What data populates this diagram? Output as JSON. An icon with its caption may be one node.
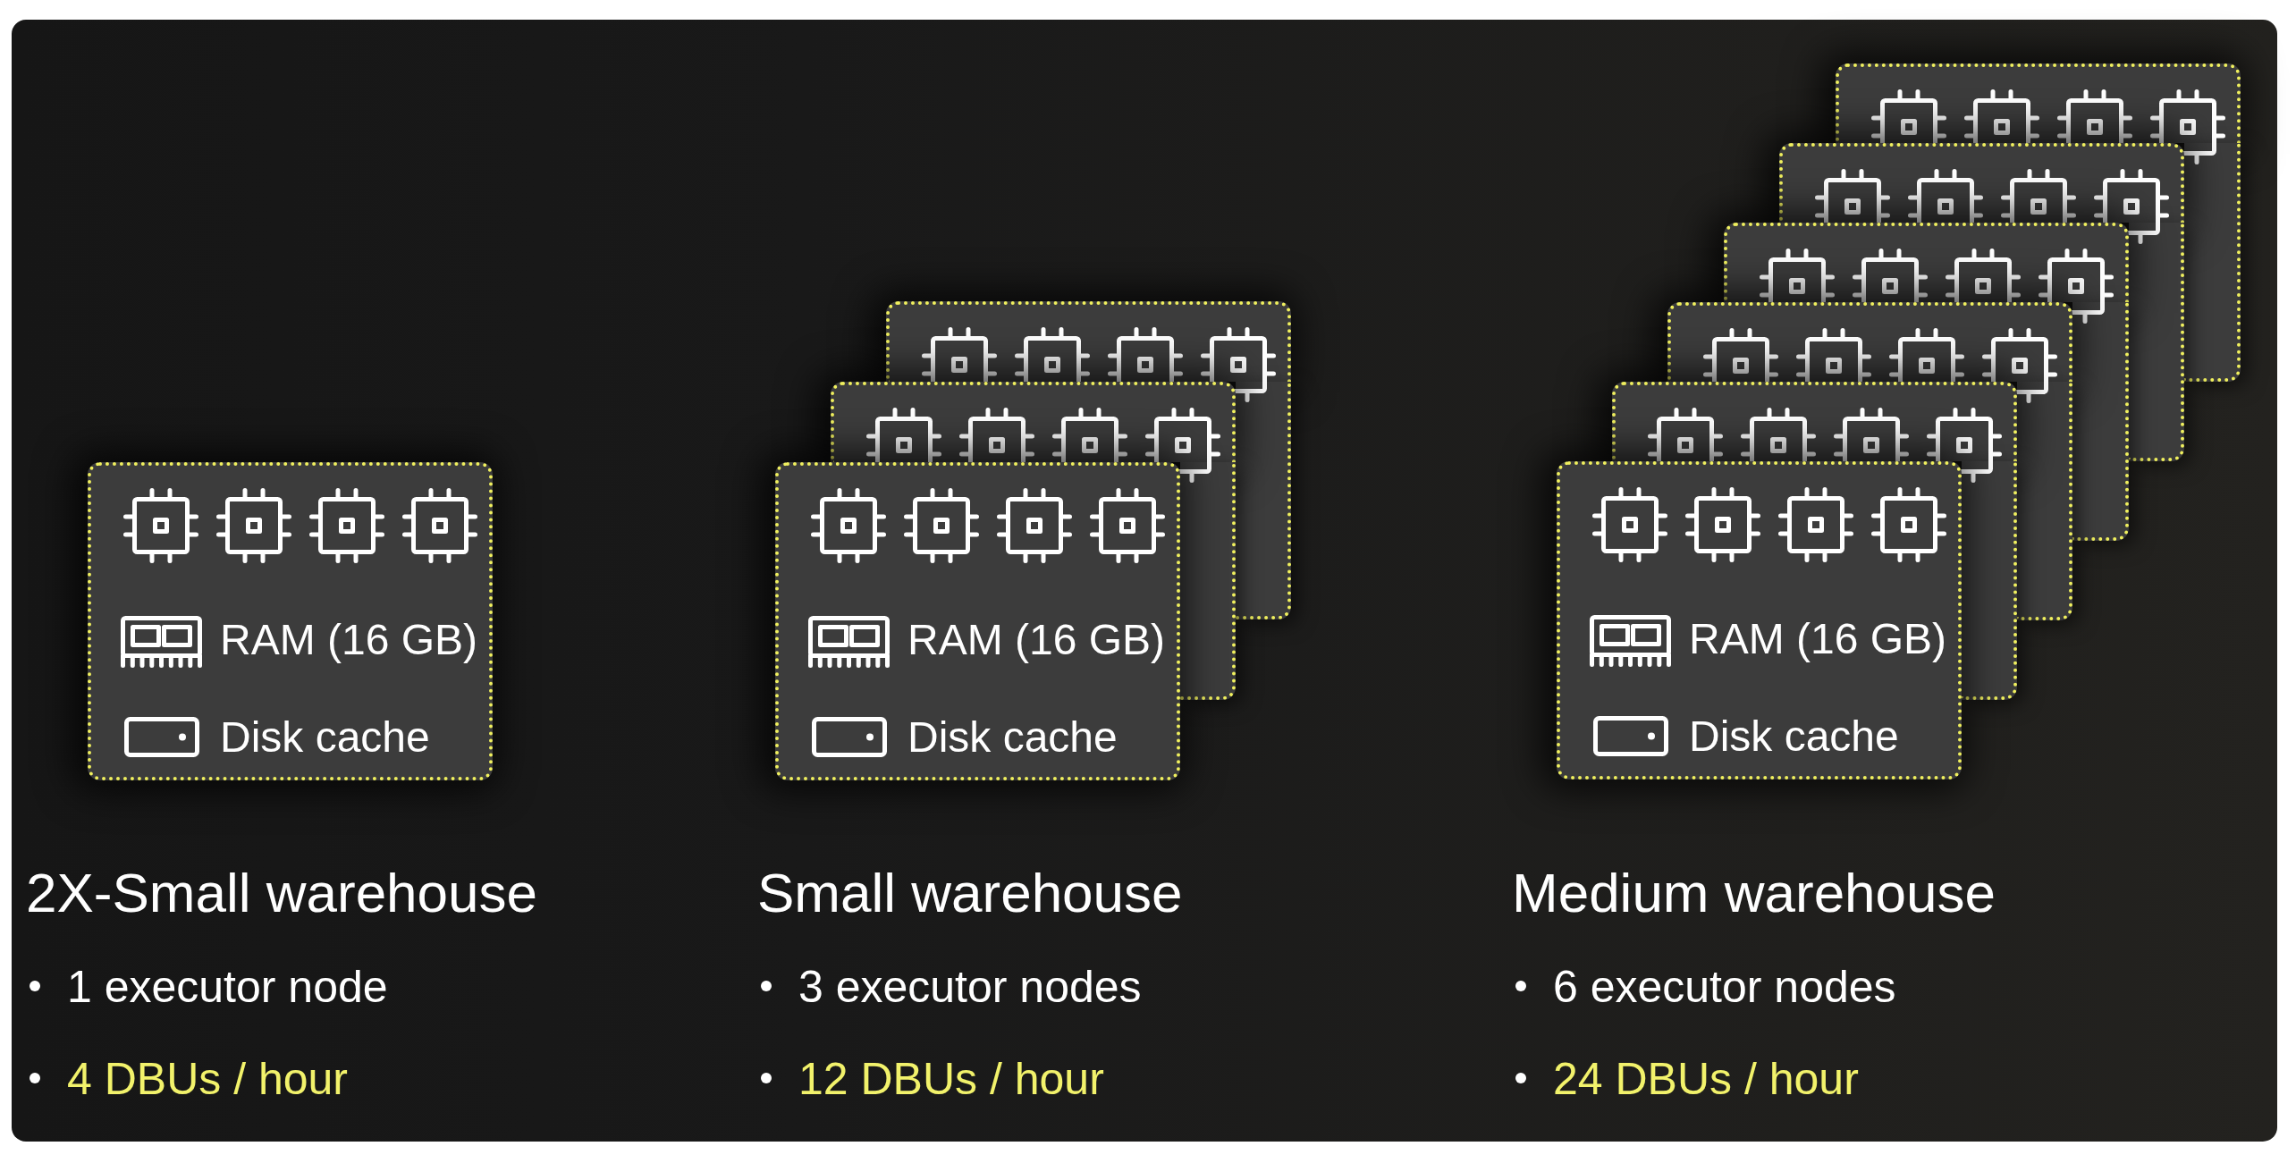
{
  "diagram": {
    "nodes": [
      {
        "text": [
          "RAM (16 GB)",
          "Disk cache"
        ]
      },
      {
        "text": [
          "RAM (16 GB)",
          "Disk cache"
        ]
      },
      {
        "text": [],
        "shape": "box"
      },
      {
        "text": [],
        "shape": "box"
      },
      {
        "text": [
          "RAM (16 GB)",
          "Disk cache"
        ]
      },
      {
        "text": [],
        "shape": "box"
      },
      {
        "text": [],
        "shape": "box"
      },
      {
        "text": [],
        "shape": "box"
      },
      {
        "text": [],
        "shape": "box"
      },
      {
        "text": [],
        "shape": "box"
      }
    ],
    "labels": [
      "2X-Small warehouse",
      "1 executor node",
      "4 DBUs / hour",
      "Small warehouse",
      "3 executor nodes",
      "12 DBUs / hour",
      "Medium warehouse",
      "6 executor nodes",
      "24 DBUs / hour"
    ]
  }
}
